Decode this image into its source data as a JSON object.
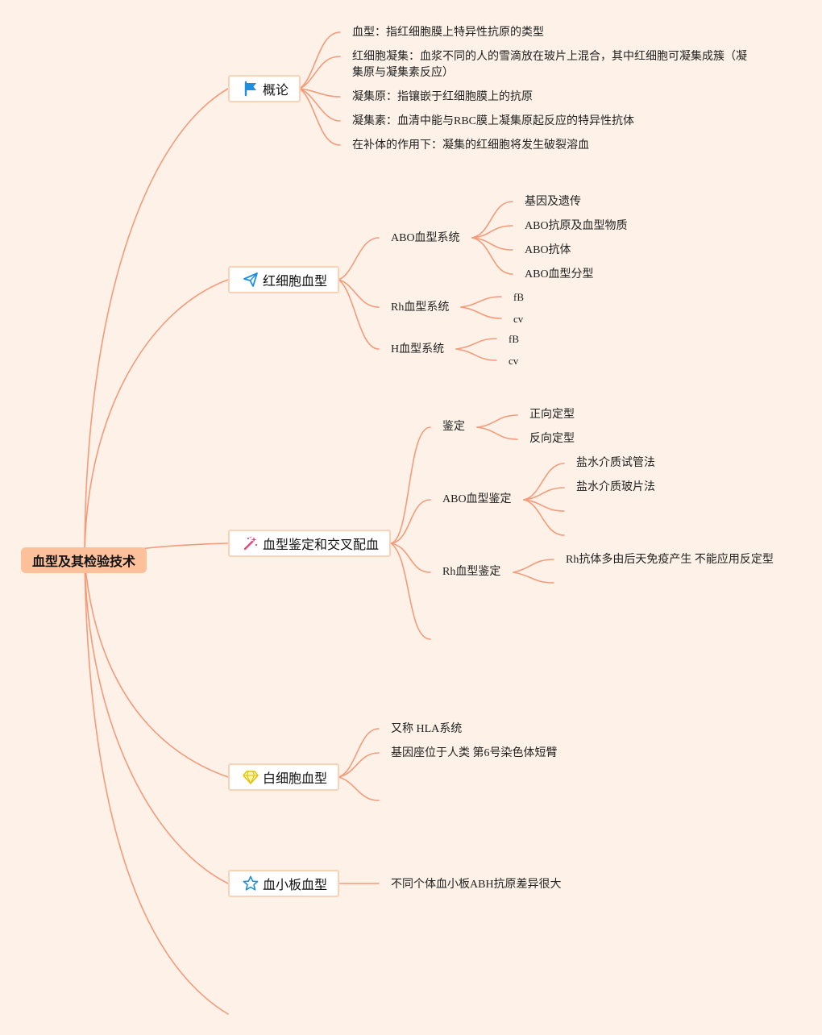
{
  "root": {
    "label": "血型及其检验技术"
  },
  "topics": {
    "overview": {
      "label": "概论",
      "icon": "flag-icon",
      "items": [
        "血型：指红细胞膜上特异性抗原的类型",
        "红细胞凝集：血浆不同的人的雪滴放在玻片上混合，其中红细胞可凝集成簇（凝集原与凝集素反应）",
        "凝集原：指镶嵌于红细胞膜上的抗原",
        "凝集素：血清中能与RBC膜上凝集原起反应的特异性抗体",
        "在补体的作用下：凝集的红细胞将发生破裂溶血"
      ]
    },
    "rbc": {
      "label": "红细胞血型",
      "icon": "paper-plane-icon",
      "abo": {
        "label": "ABO血型系统",
        "items": [
          "基因及遗传",
          "ABO抗原及血型物质",
          "ABO抗体",
          "ABO血型分型"
        ]
      },
      "rh": {
        "label": "Rh血型系统",
        "items": [
          "fB",
          "cv"
        ]
      },
      "h": {
        "label": "H血型系统",
        "items": [
          "fB",
          "cv"
        ]
      }
    },
    "crossmatch": {
      "label": "血型鉴定和交叉配血",
      "icon": "magic-wand-icon",
      "identify": {
        "label": "鉴定",
        "items": [
          "正向定型",
          "反向定型"
        ]
      },
      "abo": {
        "label": "ABO血型鉴定",
        "items": [
          "盐水介质试管法",
          "盐水介质玻片法"
        ]
      },
      "rh": {
        "label": "Rh血型鉴定",
        "items": [
          "Rh抗体多由后天免疫产生 不能应用反定型"
        ]
      }
    },
    "wbc": {
      "label": "白细胞血型",
      "icon": "diamond-icon",
      "items": [
        "又称 HLA系统",
        "基因座位于人类 第6号染色体短臂"
      ]
    },
    "platelet": {
      "label": "血小板血型",
      "icon": "star-icon",
      "items": [
        "不同个体血小板ABH抗原差异很大"
      ]
    }
  },
  "colors": {
    "background": "#fef2e8",
    "branch": "#f59a7a",
    "root_fill": "#fcc09a",
    "topic_border": "#fbd2b6",
    "flag": "#1e8fe0",
    "plane": "#1e8fe0",
    "wand": "#e6457a",
    "diamond": "#f2d200",
    "star": "#1e8fe0"
  }
}
